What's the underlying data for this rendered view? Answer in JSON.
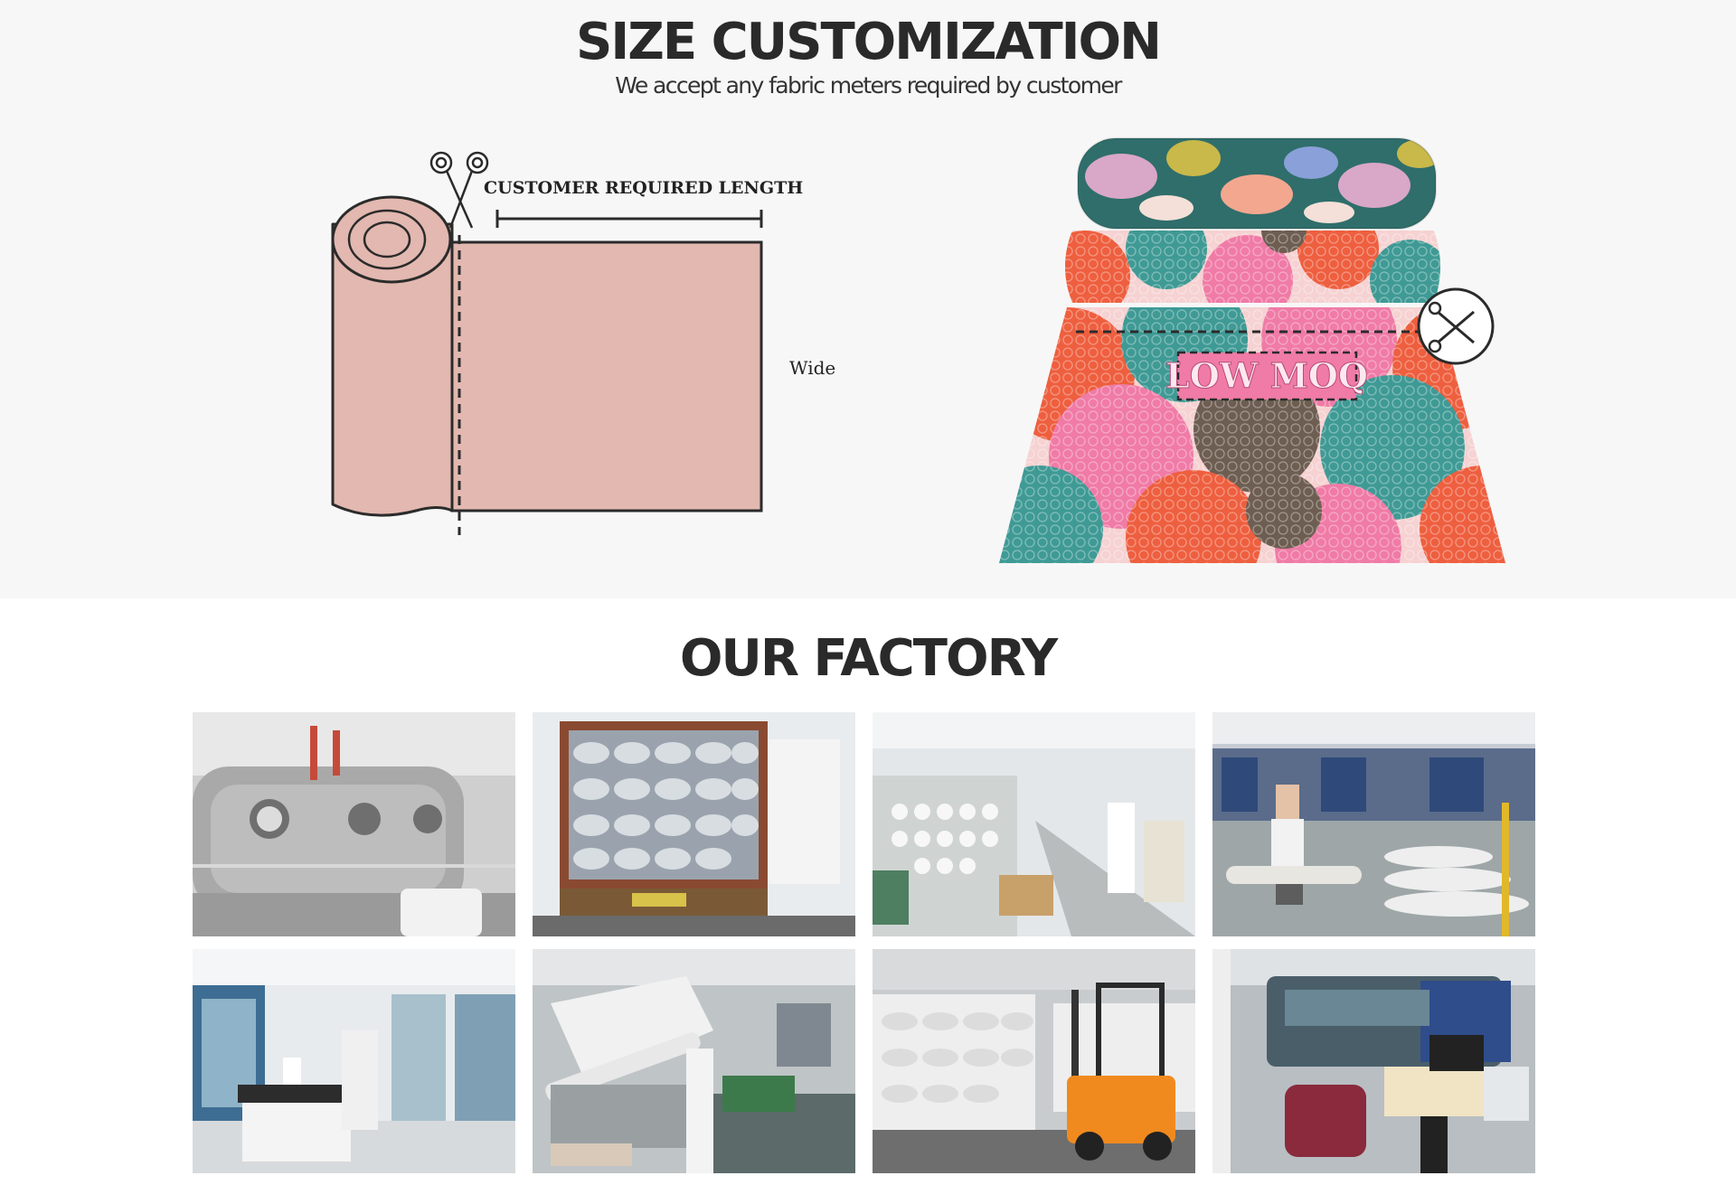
{
  "size_section": {
    "title": "SIZE CUSTOMIZATION",
    "subtitle": "We accept any fabric meters required by customer",
    "diagram": {
      "length_label": "CUSTOMER REQUIRED LENGTH",
      "width_label": "Wide",
      "fabric_color": "#e2b8b0",
      "scissors_icon": "scissors-icon"
    },
    "printed_roll": {
      "badge_text": "LOW MOQ",
      "scissors_icon": "scissors-circle-icon",
      "colors": [
        "#ee5f3f",
        "#f07ba6",
        "#3f9a95",
        "#6e5e52",
        "#f6d2d2"
      ]
    }
  },
  "factory_section": {
    "title": "OUR FACTORY",
    "photos": [
      {
        "name": "dyeing-machines-photo"
      },
      {
        "name": "loaded-truck-photo"
      },
      {
        "name": "knitting-workshop-photo"
      },
      {
        "name": "fabric-warehouse-photo"
      },
      {
        "name": "laboratory-photo"
      },
      {
        "name": "fabric-inspection-photo"
      },
      {
        "name": "forklift-warehouse-photo"
      },
      {
        "name": "digital-printer-photo"
      }
    ]
  }
}
